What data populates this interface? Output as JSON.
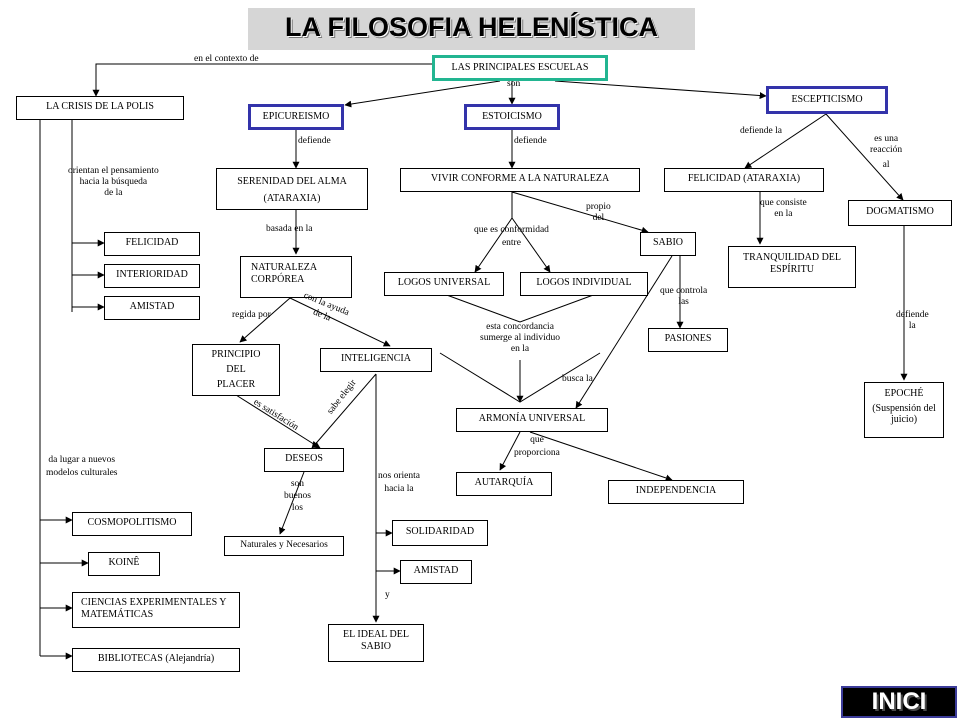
{
  "title": "LA FILOSOFIA HELENÍSTICA",
  "nodes": {
    "main": "LAS PRINCIPALES ESCUELAS",
    "polis": "LA CRISIS DE LA POLIS",
    "epicureismo": "EPICUREISMO",
    "estoicismo": "ESTOICISMO",
    "escepticismo": "ESCEPTICISMO",
    "serenidad": "SERENIDAD DEL ALMA",
    "ataraxia": "(ATARAXIA)",
    "vivir": "VIVIR CONFORME A LA NATURALEZA",
    "felicidad_ataraxia": "FELICIDAD (ATARAXIA)",
    "dogmatismo": "DOGMATISMO",
    "felicidad": "FELICIDAD",
    "interioridad": "INTERIORIDAD",
    "amistad_left": "AMISTAD",
    "naturaleza": "NATURALEZA CORPÓREA",
    "sabio": "SABIO",
    "tranquilidad": "TRANQUILIDAD DEL ESPÍRITU",
    "logos_universal": "LOGOS UNIVERSAL",
    "logos_individual": "LOGOS INDIVIDUAL",
    "pasiones": "PASIONES",
    "principio_1": "PRINCIPIO",
    "principio_2": "DEL",
    "principio_3": "PLACER",
    "inteligencia": "INTELIGENCIA",
    "epoche": "EPOCHÉ",
    "epoche_sub": "(Suspensión del juicio)",
    "armonia": "ARMONÍA UNIVERSAL",
    "deseos": "DESEOS",
    "autarquia": "AUTARQUÍA",
    "independencia": "INDEPENDENCIA",
    "solidaridad": "SOLIDARIDAD",
    "amistad_right": "AMISTAD",
    "naturales": "Naturales y Necesarios",
    "cosmopolitismo": "COSMOPOLITISMO",
    "koine": "KOINÊ",
    "ciencias": "CIENCIAS EXPERIMENTALES Y MATEMÁTICAS",
    "bibliotecas": "BIBLIOTECAS (Alejandría)",
    "ideal": "EL IDEAL DEL SABIO"
  },
  "labels": {
    "contexto": "en el contexto de",
    "son": "son",
    "defiende_1": "defiende",
    "defiende_2": "defiende",
    "defiende_la": "defiende la",
    "es_una_1": "es una",
    "es_una_2": "reacción",
    "es_una_3": "al",
    "orientan_1": "orientan el pensamiento",
    "orientan_2": "hacia la búsqueda",
    "orientan_3": "de la",
    "propio_1": "propio",
    "propio_2": "del",
    "que_es_1": "que es conformidad",
    "que_es_2": "entre",
    "basada": "basada en la",
    "que_consiste_1": "que consiste",
    "que_consiste_2": "en la",
    "regida": "regida por",
    "con_ayuda_1": "con la ayuda",
    "con_ayuda_2": "de la",
    "que_controla_1": "que controla",
    "que_controla_2": "las",
    "defiende_3": "defiende",
    "defiende_4": "la",
    "concordancia_1": "esta concordancia",
    "concordancia_2": "sumerge al individuo",
    "concordancia_3": "en la",
    "busca": "busca la",
    "sabe_elegir": "sabe elegir",
    "es_satisfaccion": "es satisfación",
    "que_prop_1": "que",
    "que_prop_2": "proporciona",
    "da_lugar_1": "da lugar a nuevos",
    "da_lugar_2": "modelos culturales",
    "nos_orienta_1": "nos orienta",
    "nos_orienta_2": "hacia la",
    "son_buenos_1": "son",
    "son_buenos_2": "buenos",
    "son_buenos_3": "los",
    "y": "y"
  },
  "button": {
    "inici": "INICI"
  },
  "colors": {
    "banner": "#d6d6d6",
    "school_border": "#3333aa",
    "main_border": "#22b591",
    "inici_bg": "#000000"
  }
}
